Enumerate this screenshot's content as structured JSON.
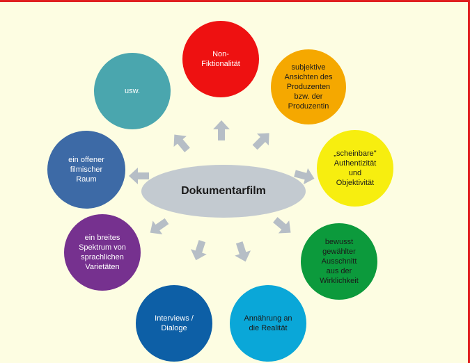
{
  "center": {
    "label": "Dokumentarfilm",
    "color": "#c3cad0"
  },
  "nodes": [
    {
      "id": "non-fiktionalitaet",
      "label": "Non-\nFiktionalität",
      "color": "#ee1111",
      "text_color": "#ffffff"
    },
    {
      "id": "subjektive-ansichten",
      "label": "subjektive\nAnsichten des\nProduzenten\nbzw. der\nProduzentin",
      "color": "#f5a800",
      "text_color": "#1a1a1a"
    },
    {
      "id": "scheinbare-authentizitaet",
      "label": "„scheinbare\"\nAuthentizität\nund\nObjektivität",
      "color": "#f7ee0f",
      "text_color": "#1a1a1a"
    },
    {
      "id": "bewusst-gewaehlter-ausschnitt",
      "label": "bewusst\ngewählter\nAusschnitt\naus der\nWirklichkeit",
      "color": "#0c9a3c",
      "text_color": "#1a1a1a"
    },
    {
      "id": "annaeherung-realitaet",
      "label": "Annährung an\ndie Realität",
      "color": "#0aa7d8",
      "text_color": "#1a1a1a"
    },
    {
      "id": "interviews-dialoge",
      "label": "Interviews /\nDialoge",
      "color": "#0d5fa6",
      "text_color": "#ffffff"
    },
    {
      "id": "spektrum-varietaeten",
      "label": "ein breites\nSpektrum von\nsprachlichen\nVarietäten",
      "color": "#76318f",
      "text_color": "#ffffff"
    },
    {
      "id": "offener-raum",
      "label": "ein offener\nfilmischer\nRaum",
      "color": "#3d6aa6",
      "text_color": "#ffffff"
    },
    {
      "id": "usw",
      "label": "usw.",
      "color": "#4aa6ae",
      "text_color": "#ffffff"
    }
  ],
  "arrow_color": "#b6bec6"
}
